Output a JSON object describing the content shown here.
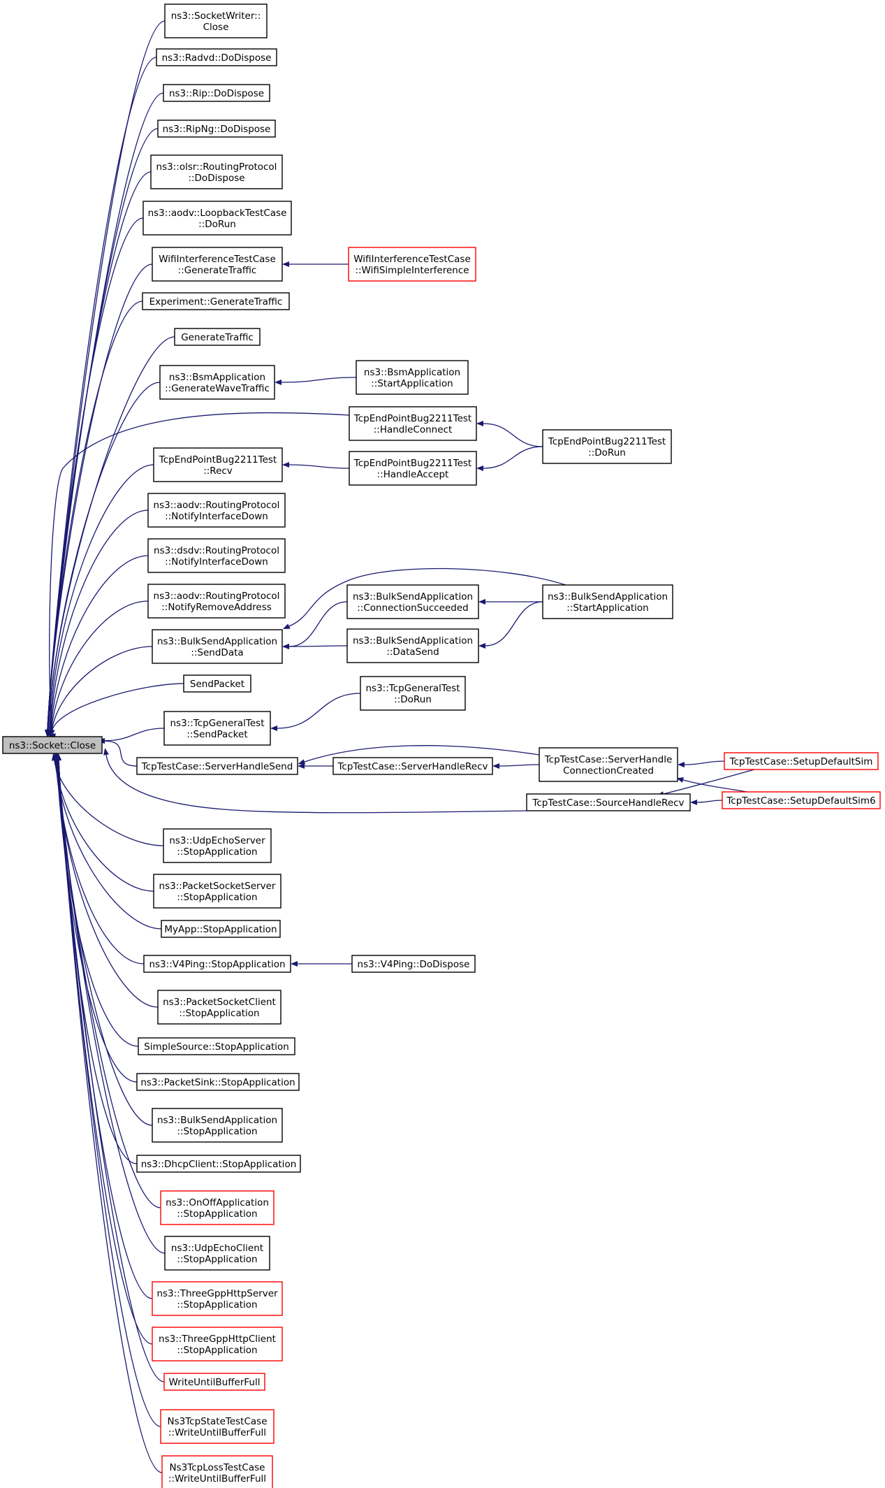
{
  "diagram": {
    "type": "call-graph",
    "colors": {
      "edge": "#191970",
      "root_fill": "#bfbfbf",
      "truncated_border": "#ff0000",
      "node_border": "#000000"
    },
    "root": "root",
    "nodes": [
      {
        "id": "root",
        "lines": [
          "ns3::Socket::Close"
        ],
        "style": "root"
      },
      {
        "id": "sw_close",
        "lines": [
          "ns3::SocketWriter::",
          "Close"
        ]
      },
      {
        "id": "radvd",
        "lines": [
          "ns3::Radvd::DoDispose"
        ]
      },
      {
        "id": "rip",
        "lines": [
          "ns3::Rip::DoDispose"
        ]
      },
      {
        "id": "ripng",
        "lines": [
          "ns3::RipNg::DoDispose"
        ]
      },
      {
        "id": "olsr",
        "lines": [
          "ns3::olsr::RoutingProtocol",
          "::DoDispose"
        ]
      },
      {
        "id": "aodv_loop",
        "lines": [
          "ns3::aodv::LoopbackTestCase",
          "::DoRun"
        ]
      },
      {
        "id": "wifi_gen",
        "lines": [
          "WifiInterferenceTestCase",
          "::GenerateTraffic"
        ]
      },
      {
        "id": "wifi_simple",
        "lines": [
          "WifiInterferenceTestCase",
          "::WifiSimpleInterference"
        ],
        "style": "truncated"
      },
      {
        "id": "exp_gen",
        "lines": [
          "Experiment::GenerateTraffic"
        ]
      },
      {
        "id": "gen",
        "lines": [
          "GenerateTraffic"
        ]
      },
      {
        "id": "bsm_gen",
        "lines": [
          "ns3::BsmApplication",
          "::GenerateWaveTraffic"
        ]
      },
      {
        "id": "bsm_start",
        "lines": [
          "ns3::BsmApplication",
          "::StartApplication"
        ]
      },
      {
        "id": "tcpep_connect",
        "lines": [
          "TcpEndPointBug2211Test",
          "::HandleConnect"
        ]
      },
      {
        "id": "tcpep_dorun",
        "lines": [
          "TcpEndPointBug2211Test",
          "::DoRun"
        ]
      },
      {
        "id": "tcpep_recv",
        "lines": [
          "TcpEndPointBug2211Test",
          "::Recv"
        ]
      },
      {
        "id": "tcpep_accept",
        "lines": [
          "TcpEndPointBug2211Test",
          "::HandleAccept"
        ]
      },
      {
        "id": "aodv_nid",
        "lines": [
          "ns3::aodv::RoutingProtocol",
          "::NotifyInterfaceDown"
        ]
      },
      {
        "id": "dsdv_nid",
        "lines": [
          "ns3::dsdv::RoutingProtocol",
          "::NotifyInterfaceDown"
        ]
      },
      {
        "id": "aodv_nra",
        "lines": [
          "ns3::aodv::RoutingProtocol",
          "::NotifyRemoveAddress"
        ]
      },
      {
        "id": "bulk_send",
        "lines": [
          "ns3::BulkSendApplication",
          "::SendData"
        ]
      },
      {
        "id": "bulk_cs",
        "lines": [
          "ns3::BulkSendApplication",
          "::ConnectionSucceeded"
        ]
      },
      {
        "id": "bulk_start",
        "lines": [
          "ns3::BulkSendApplication",
          "::StartApplication"
        ]
      },
      {
        "id": "bulk_ds",
        "lines": [
          "ns3::BulkSendApplication",
          "::DataSend"
        ]
      },
      {
        "id": "sendpacket",
        "lines": [
          "SendPacket"
        ]
      },
      {
        "id": "tgt_send",
        "lines": [
          "ns3::TcpGeneralTest",
          "::SendPacket"
        ]
      },
      {
        "id": "tgt_dorun",
        "lines": [
          "ns3::TcpGeneralTest",
          "::DoRun"
        ]
      },
      {
        "id": "ttc_shs",
        "lines": [
          "TcpTestCase::ServerHandleSend"
        ]
      },
      {
        "id": "ttc_shr",
        "lines": [
          "TcpTestCase::ServerHandleRecv"
        ]
      },
      {
        "id": "ttc_shcc",
        "lines": [
          "TcpTestCase::ServerHandle",
          "ConnectionCreated"
        ]
      },
      {
        "id": "ttc_sds",
        "lines": [
          "TcpTestCase::SetupDefaultSim"
        ],
        "style": "truncated"
      },
      {
        "id": "ttc_sds6",
        "lines": [
          "TcpTestCase::SetupDefaultSim6"
        ],
        "style": "truncated"
      },
      {
        "id": "ttc_shr2",
        "lines": [
          "TcpTestCase::SourceHandleRecv"
        ]
      },
      {
        "id": "ues_stop",
        "lines": [
          "ns3::UdpEchoServer",
          "::StopApplication"
        ]
      },
      {
        "id": "pss_stop",
        "lines": [
          "ns3::PacketSocketServer",
          "::StopApplication"
        ]
      },
      {
        "id": "myapp_stop",
        "lines": [
          "MyApp::StopApplication"
        ]
      },
      {
        "id": "v4ping_stop",
        "lines": [
          "ns3::V4Ping::StopApplication"
        ]
      },
      {
        "id": "v4ping_dispose",
        "lines": [
          "ns3::V4Ping::DoDispose"
        ]
      },
      {
        "id": "psc_stop",
        "lines": [
          "ns3::PacketSocketClient",
          "::StopApplication"
        ]
      },
      {
        "id": "ss_stop",
        "lines": [
          "SimpleSource::StopApplication"
        ]
      },
      {
        "id": "psink_stop",
        "lines": [
          "ns3::PacketSink::StopApplication"
        ]
      },
      {
        "id": "bulk_stop",
        "lines": [
          "ns3::BulkSendApplication",
          "::StopApplication"
        ]
      },
      {
        "id": "dhcp_stop",
        "lines": [
          "ns3::DhcpClient::StopApplication"
        ]
      },
      {
        "id": "onoff_stop",
        "lines": [
          "ns3::OnOffApplication",
          "::StopApplication"
        ],
        "style": "truncated"
      },
      {
        "id": "uec_stop",
        "lines": [
          "ns3::UdpEchoClient",
          "::StopApplication"
        ]
      },
      {
        "id": "tghs_stop",
        "lines": [
          "ns3::ThreeGppHttpServer",
          "::StopApplication"
        ],
        "style": "truncated"
      },
      {
        "id": "tghc_stop",
        "lines": [
          "ns3::ThreeGppHttpClient",
          "::StopApplication"
        ],
        "style": "truncated"
      },
      {
        "id": "wubf",
        "lines": [
          "WriteUntilBufferFull"
        ],
        "style": "truncated"
      },
      {
        "id": "ns3tcpstate_wubf",
        "lines": [
          "Ns3TcpStateTestCase",
          "::WriteUntilBufferFull"
        ],
        "style": "truncated"
      },
      {
        "id": "ns3tcploss_wubf",
        "lines": [
          "Ns3TcpLossTestCase",
          "::WriteUntilBufferFull"
        ],
        "style": "truncated"
      }
    ],
    "edges": [
      {
        "from": "sw_close",
        "to": "root"
      },
      {
        "from": "radvd",
        "to": "root"
      },
      {
        "from": "rip",
        "to": "root"
      },
      {
        "from": "ripng",
        "to": "root"
      },
      {
        "from": "olsr",
        "to": "root"
      },
      {
        "from": "aodv_loop",
        "to": "root"
      },
      {
        "from": "wifi_gen",
        "to": "root"
      },
      {
        "from": "exp_gen",
        "to": "root"
      },
      {
        "from": "gen",
        "to": "root"
      },
      {
        "from": "bsm_gen",
        "to": "root"
      },
      {
        "from": "tcpep_connect",
        "to": "root"
      },
      {
        "from": "tcpep_recv",
        "to": "root"
      },
      {
        "from": "aodv_nid",
        "to": "root"
      },
      {
        "from": "dsdv_nid",
        "to": "root"
      },
      {
        "from": "aodv_nra",
        "to": "root"
      },
      {
        "from": "bulk_send",
        "to": "root"
      },
      {
        "from": "sendpacket",
        "to": "root"
      },
      {
        "from": "tgt_send",
        "to": "root"
      },
      {
        "from": "ttc_shs",
        "to": "root"
      },
      {
        "from": "ttc_shr2",
        "to": "root"
      },
      {
        "from": "ues_stop",
        "to": "root"
      },
      {
        "from": "pss_stop",
        "to": "root"
      },
      {
        "from": "myapp_stop",
        "to": "root"
      },
      {
        "from": "v4ping_stop",
        "to": "root"
      },
      {
        "from": "psc_stop",
        "to": "root"
      },
      {
        "from": "ss_stop",
        "to": "root"
      },
      {
        "from": "psink_stop",
        "to": "root"
      },
      {
        "from": "bulk_stop",
        "to": "root"
      },
      {
        "from": "dhcp_stop",
        "to": "root"
      },
      {
        "from": "onoff_stop",
        "to": "root"
      },
      {
        "from": "uec_stop",
        "to": "root"
      },
      {
        "from": "tghs_stop",
        "to": "root"
      },
      {
        "from": "tghc_stop",
        "to": "root"
      },
      {
        "from": "wubf",
        "to": "root"
      },
      {
        "from": "ns3tcpstate_wubf",
        "to": "root"
      },
      {
        "from": "ns3tcploss_wubf",
        "to": "root"
      },
      {
        "from": "wifi_simple",
        "to": "wifi_gen"
      },
      {
        "from": "bsm_start",
        "to": "bsm_gen"
      },
      {
        "from": "tcpep_dorun",
        "to": "tcpep_connect"
      },
      {
        "from": "tcpep_dorun",
        "to": "tcpep_accept"
      },
      {
        "from": "tcpep_accept",
        "to": "tcpep_recv"
      },
      {
        "from": "bulk_start",
        "to": "bulk_send"
      },
      {
        "from": "bulk_cs",
        "to": "bulk_send"
      },
      {
        "from": "bulk_ds",
        "to": "bulk_send"
      },
      {
        "from": "bulk_start",
        "to": "bulk_cs"
      },
      {
        "from": "bulk_start",
        "to": "bulk_ds"
      },
      {
        "from": "tgt_dorun",
        "to": "tgt_send"
      },
      {
        "from": "ttc_shcc",
        "to": "ttc_shs"
      },
      {
        "from": "ttc_shr",
        "to": "ttc_shs"
      },
      {
        "from": "ttc_shcc",
        "to": "ttc_shr"
      },
      {
        "from": "ttc_sds",
        "to": "ttc_shcc"
      },
      {
        "from": "ttc_sds6",
        "to": "ttc_shcc"
      },
      {
        "from": "ttc_sds",
        "to": "ttc_shr2"
      },
      {
        "from": "ttc_sds6",
        "to": "ttc_shr2"
      },
      {
        "from": "v4ping_dispose",
        "to": "v4ping_stop"
      }
    ]
  }
}
